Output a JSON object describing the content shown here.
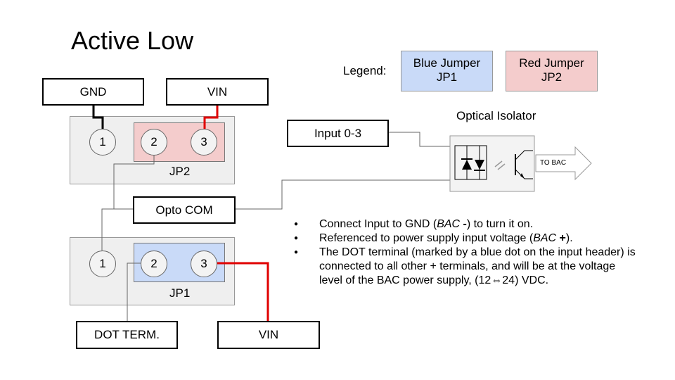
{
  "title": "Active Low",
  "legend": {
    "label": "Legend:",
    "blue": {
      "line1": "Blue Jumper",
      "line2": "JP1",
      "color": "#c9daf8"
    },
    "red": {
      "line1": "Red Jumper",
      "line2": "JP2",
      "color": "#f4cccc"
    }
  },
  "boxes": {
    "gnd": "GND",
    "vin_top": "VIN",
    "input": "Input 0-3",
    "opto_com": "Opto COM",
    "dot_term": "DOT TERM.",
    "vin_bottom": "VIN"
  },
  "jp2": {
    "label": "JP2",
    "pins": [
      "1",
      "2",
      "3"
    ]
  },
  "jp1": {
    "label": "JP1",
    "pins": [
      "1",
      "2",
      "3"
    ]
  },
  "isolator": {
    "title": "Optical Isolator",
    "arrow_text": "TO BAC"
  },
  "notes": {
    "n1_pre": "Connect Input to GND (",
    "n1_em": "BAC",
    "n1_strong": " -",
    "n1_post": ") to turn it on.",
    "n2_pre": "Referenced to power supply input voltage (",
    "n2_em": "BAC",
    "n2_strong": " +",
    "n2_post": ").",
    "n3": "The DOT terminal (marked by a blue dot on the input header) is connected to all other + terminals, and will be at the voltage level of the BAC power supply, (12⇔24) VDC."
  },
  "colors": {
    "wire": "#666666",
    "red_wire": "#e00000",
    "black_wire": "#000000"
  }
}
